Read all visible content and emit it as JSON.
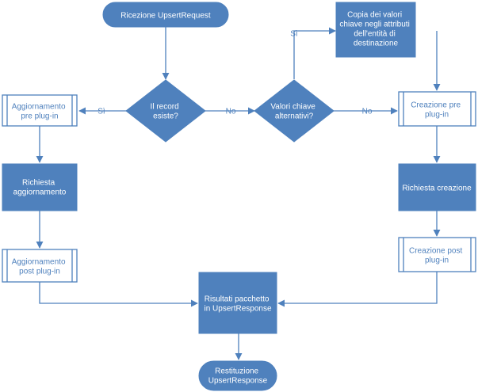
{
  "nodes": {
    "start": {
      "lines": [
        "Ricezione UpsertRequest"
      ]
    },
    "record_exists": {
      "lines": [
        "Il record",
        "esiste?"
      ]
    },
    "alt_keys": {
      "lines": [
        "Valori chiave",
        "alternativi?"
      ]
    },
    "copy_values": {
      "lines": [
        "Copia dei valori",
        "chiave negli attributi",
        "dell'entità di",
        "destinazione"
      ]
    },
    "update_pre": {
      "lines": [
        "Aggiornamento",
        "pre plug-in"
      ]
    },
    "update_request": {
      "lines": [
        "Richiesta",
        "aggiornamento"
      ]
    },
    "update_post": {
      "lines": [
        "Aggiornamento",
        "post plug-in"
      ]
    },
    "create_pre": {
      "lines": [
        "Creazione pre",
        "plug-in"
      ]
    },
    "create_request": {
      "lines": [
        "Richiesta creazione"
      ]
    },
    "create_post": {
      "lines": [
        "Creazione post",
        "plug-in"
      ]
    },
    "results": {
      "lines": [
        "Risultati pacchetto",
        "in UpsertResponse"
      ]
    },
    "end": {
      "lines": [
        "Restituzione",
        "UpsertResponse"
      ]
    }
  },
  "edges": {
    "yes_update": "Sì",
    "no_record": "No",
    "yes_alt": "Sì",
    "no_alt": "No"
  },
  "colors": {
    "fill": "#4f81bd",
    "stroke": "#4f81bd",
    "arrow": "#4f81bd",
    "light_fill": "#ffffff",
    "text_on_fill": "#ffffff"
  }
}
